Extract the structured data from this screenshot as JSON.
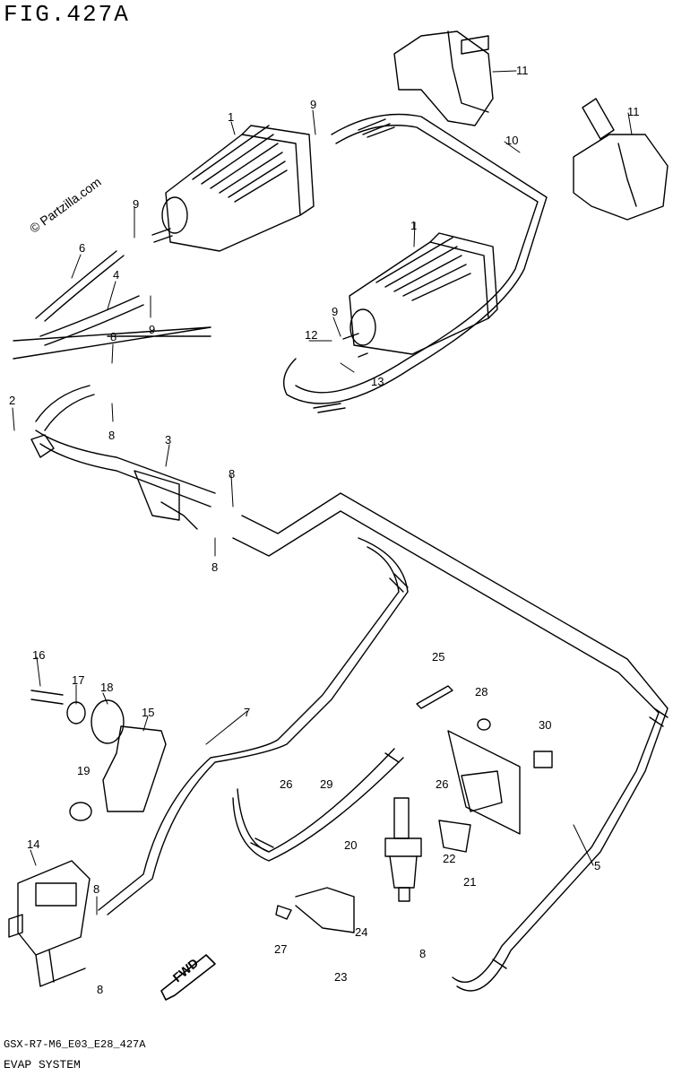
{
  "figure": {
    "title": "FIG.427A"
  },
  "watermark": "© Partzilla.com",
  "footer": {
    "code": "GSX-R7-M6_E03_E28_427A",
    "name": "EVAP SYSTEM"
  },
  "direction_label": "FWD",
  "callouts": [
    "1",
    "1",
    "2",
    "3",
    "4",
    "5",
    "6",
    "7",
    "8",
    "8",
    "8",
    "8",
    "8",
    "8",
    "8",
    "9",
    "9",
    "9",
    "9",
    "10",
    "11",
    "11",
    "12",
    "13",
    "14",
    "15",
    "16",
    "17",
    "18",
    "19",
    "20",
    "21",
    "22",
    "23",
    "24",
    "25",
    "26",
    "26",
    "27",
    "28",
    "29",
    "30"
  ]
}
